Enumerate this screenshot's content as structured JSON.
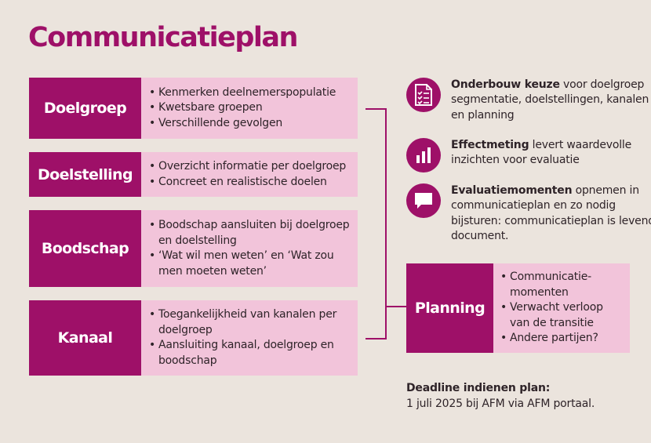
{
  "title": "Communicatieplan",
  "rows": [
    {
      "label": "Doelgroep",
      "bullets": [
        "Kenmerken deelnemerspopulatie",
        "Kwetsbare groepen",
        "Verschillende gevolgen"
      ]
    },
    {
      "label": "Doelstelling",
      "bullets": [
        "Overzicht informatie per doelgroep",
        "Concreet en realistische doelen"
      ]
    },
    {
      "label": "Boodschap",
      "bullets": [
        "Boodschap aansluiten bij doelgroep en doelstelling",
        "‘Wat wil men weten’ en ‘Wat zou men moeten weten’"
      ]
    },
    {
      "label": "Kanaal",
      "bullets": [
        "Toegankelijkheid van kanalen per doelgroep",
        "Aansluiting kanaal, doelgroep en boodschap"
      ]
    }
  ],
  "items": [
    {
      "icon": "checklist-icon",
      "bold": "Onderbouw keuze",
      "text": " voor doelgroep segmentatie, doelstellingen, kanalen en planning"
    },
    {
      "icon": "bar-chart-icon",
      "bold": "Effectmeting",
      "text": " levert waardevolle inzichten voor evaluatie"
    },
    {
      "icon": "speech-bubble-icon",
      "bold": "Evaluatiemomenten",
      "text": " opnemen in communicatieplan en zo nodig bijsturen: communicatieplan is levend document."
    }
  ],
  "planning": {
    "label": "Planning",
    "bullets": [
      "Communicatie-momenten",
      "Verwacht verloop van de transitie",
      "Andere partijen?"
    ]
  },
  "deadline": {
    "bold": "Deadline indienen plan:",
    "text": "1 juli 2025 bij AFM via AFM portaal."
  },
  "colors": {
    "accent": "#9e1068",
    "light": "#f2c4da",
    "background": "#ebe4dd"
  }
}
